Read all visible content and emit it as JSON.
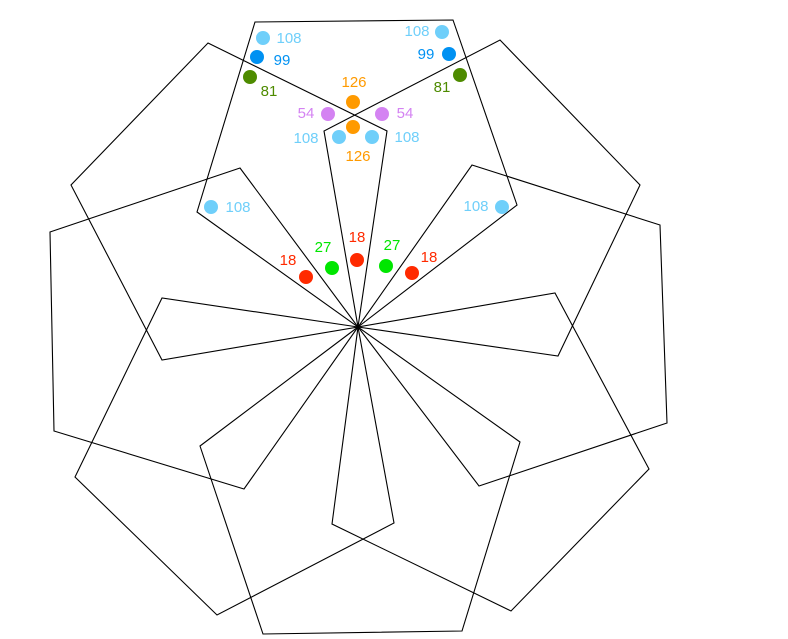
{
  "colors": {
    "light_blue": "#6fcffa",
    "blue": "#0091f2",
    "dark_green": "#4e8b00",
    "orange": "#ff9a00",
    "purple": "#d483f2",
    "red": "#ff2a00",
    "green": "#00e600"
  },
  "angles": {
    "top_left_108": "108",
    "top_left_99": "99",
    "top_left_81": "81",
    "top_right_108": "108",
    "top_right_99": "99",
    "top_right_81": "81",
    "center_126_upper": "126",
    "center_126_lower": "126",
    "center_54_left": "54",
    "center_54_right": "54",
    "kite_108_left": "108",
    "kite_108_right": "108",
    "side_108_left": "108",
    "side_108_right": "108",
    "apex_27_left": "27",
    "apex_27_right": "27",
    "apex_18_center": "18",
    "apex_18_left": "18",
    "apex_18_right": "18"
  }
}
